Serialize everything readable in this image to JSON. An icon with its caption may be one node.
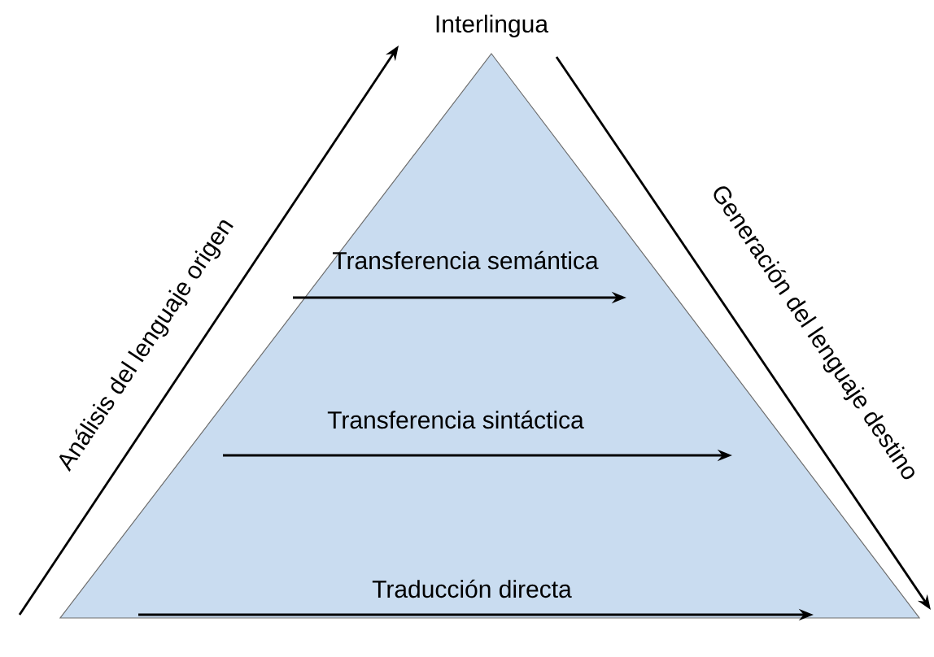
{
  "diagram": {
    "nodes": [
      {
        "text": [
          "Interlingua"
        ]
      }
    ],
    "labels": [
      "Análisis del lenguaje origen",
      "Transferencia semántica",
      "Transferencia sintáctica",
      "Traducción directa",
      "Generación del lenguaje destino"
    ]
  }
}
